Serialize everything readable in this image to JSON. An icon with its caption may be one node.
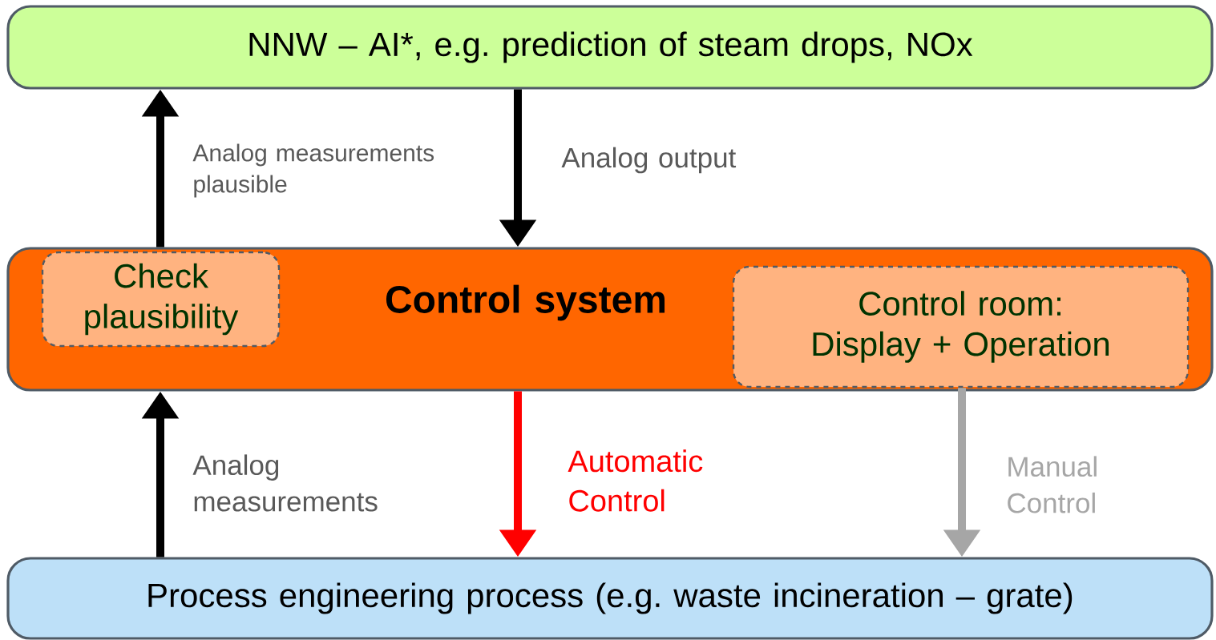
{
  "diagram": {
    "nodes": [
      {
        "text": [
          "NNW – AI*, e.g. prediction of steam drops, NOx"
        ]
      },
      {
        "text": [
          "Control system"
        ]
      },
      {
        "text": [
          "Check plausibility"
        ],
        "in": 1
      },
      {
        "text": [
          "Control room: Display + Operation"
        ],
        "in": 1
      },
      {
        "text": [
          "Process engineering process (e.g. waste incineration – grate)"
        ]
      }
    ],
    "edges": [
      {
        "from": 1,
        "to": 0,
        "arrow": "to",
        "label": "Analog measurements plausible"
      },
      {
        "from": 0,
        "to": 1,
        "arrow": "to",
        "label": "Analog output"
      },
      {
        "from": 4,
        "to": 1,
        "arrow": "to",
        "label": "Analog measurements"
      },
      {
        "from": 1,
        "to": 4,
        "arrow": "to",
        "label": "Automatic Control",
        "color": "#ff0000"
      },
      {
        "from": 3,
        "to": 4,
        "arrow": "to",
        "label": "Manual Control",
        "color": "#a6a6a6"
      }
    ]
  }
}
